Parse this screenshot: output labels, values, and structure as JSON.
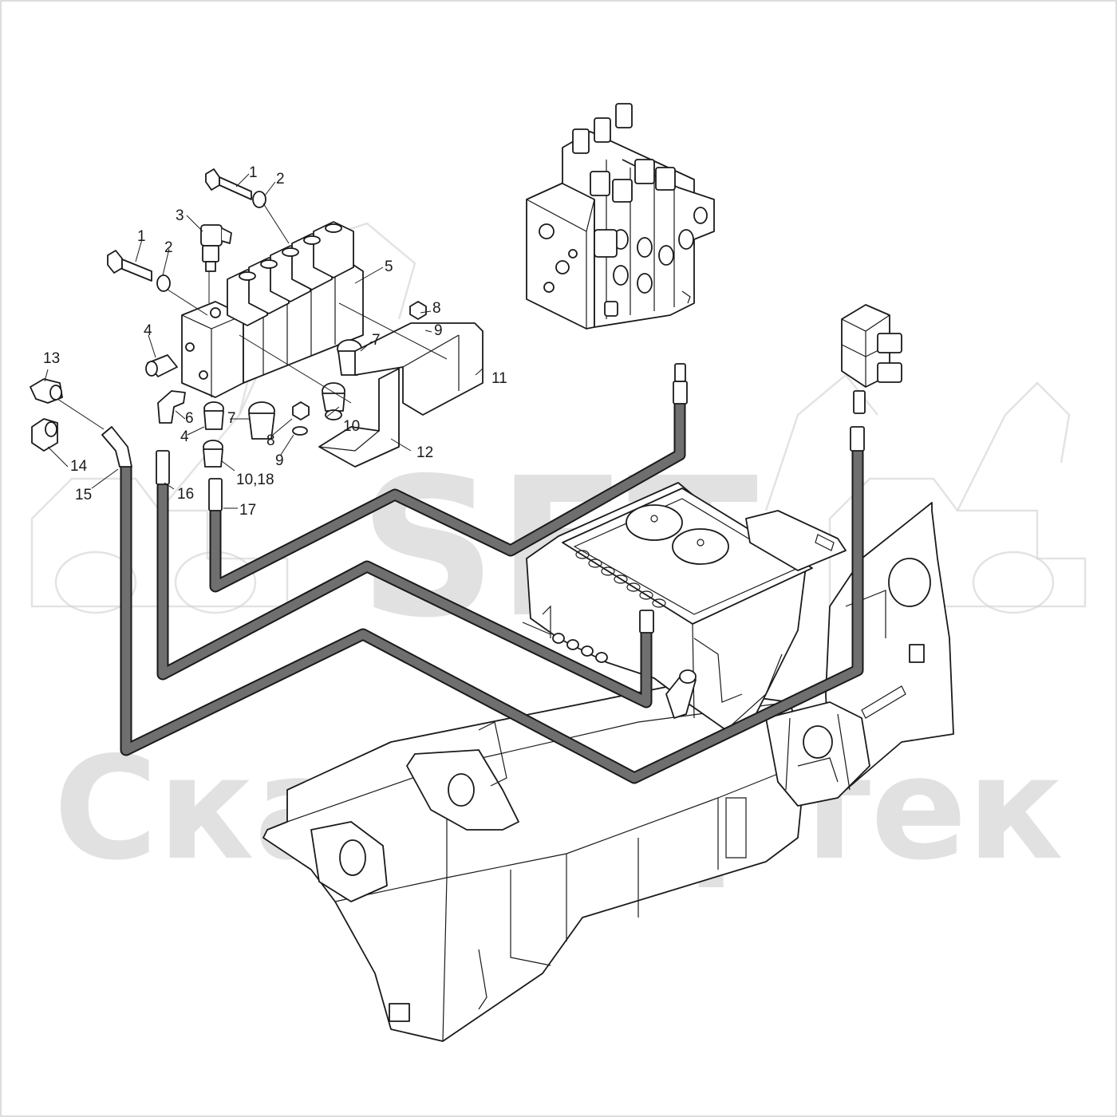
{
  "diagram": {
    "callouts": [
      {
        "id": "c1a",
        "text": "1"
      },
      {
        "id": "c2a",
        "text": "2"
      },
      {
        "id": "c3",
        "text": "3"
      },
      {
        "id": "c1b",
        "text": "1"
      },
      {
        "id": "c2b",
        "text": "2"
      },
      {
        "id": "c5",
        "text": "5"
      },
      {
        "id": "c8a",
        "text": "8"
      },
      {
        "id": "c9a",
        "text": "9"
      },
      {
        "id": "c4a",
        "text": "4"
      },
      {
        "id": "c7a",
        "text": "7"
      },
      {
        "id": "c11",
        "text": "11"
      },
      {
        "id": "c13",
        "text": "13"
      },
      {
        "id": "c6",
        "text": "6"
      },
      {
        "id": "c7b",
        "text": "7"
      },
      {
        "id": "c10a",
        "text": "10"
      },
      {
        "id": "c4b",
        "text": "4"
      },
      {
        "id": "c8b",
        "text": "8"
      },
      {
        "id": "c9b",
        "text": "9"
      },
      {
        "id": "c12",
        "text": "12"
      },
      {
        "id": "c14",
        "text": "14"
      },
      {
        "id": "c1018",
        "text": "10,18"
      },
      {
        "id": "c15",
        "text": "15"
      },
      {
        "id": "c16",
        "text": "16"
      },
      {
        "id": "c17",
        "text": "17"
      }
    ]
  },
  "watermark": {
    "logo_text": "SFT",
    "brand_text": "Сканфортек"
  },
  "colors": {
    "line": "#1a1a1a",
    "hose": "#6f6f6f",
    "watermark": "#c9c9c9",
    "background": "#ffffff"
  }
}
